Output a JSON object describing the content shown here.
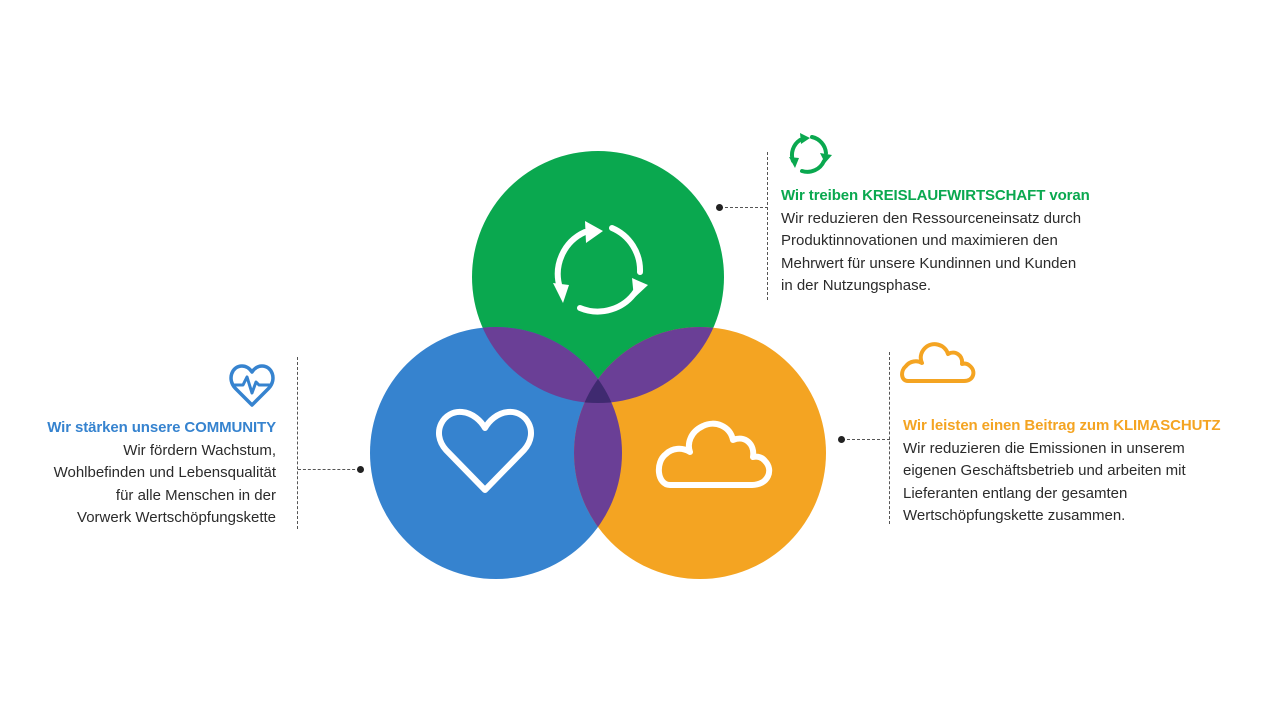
{
  "colors": {
    "green": "#0aa84f",
    "blue": "#3683cf",
    "orange": "#f4a422",
    "overlap": "#6a3f96",
    "center": "#3f2a70"
  },
  "circles": [
    {
      "name": "green-circle",
      "icon": "recycle-icon",
      "color": "#0aa84f"
    },
    {
      "name": "blue-circle",
      "icon": "heart-icon",
      "color": "#3683cf"
    },
    {
      "name": "orange-circle",
      "icon": "cloud-icon",
      "color": "#f4a422"
    }
  ],
  "circular_economy": {
    "icon": "recycle-icon",
    "title": "Wir treiben KREISLAUFWIRTSCHAFT voran",
    "body": "Wir reduzieren den Ressourceneinsatz durch\nProduktinnovationen und maximieren den\nMehrwert für unsere Kundinnen und Kunden\nin der Nutzungsphase."
  },
  "community": {
    "icon": "heartbeat-icon",
    "title": "Wir stärken unsere COMMUNITY",
    "body": "Wir fördern Wachstum,\nWohlbefinden und Lebensqualität\nfür alle Menschen in der\nVorwerk Wertschöpfungskette"
  },
  "climate": {
    "icon": "cloud-icon",
    "title": "Wir leisten einen Beitrag zum KLIMASCHUTZ",
    "body": "Wir reduzieren die Emissionen in unserem\neigenen Geschäftsbetrieb und arbeiten mit\nLieferanten entlang der gesamten\nWertschöpfungskette zusammen."
  }
}
